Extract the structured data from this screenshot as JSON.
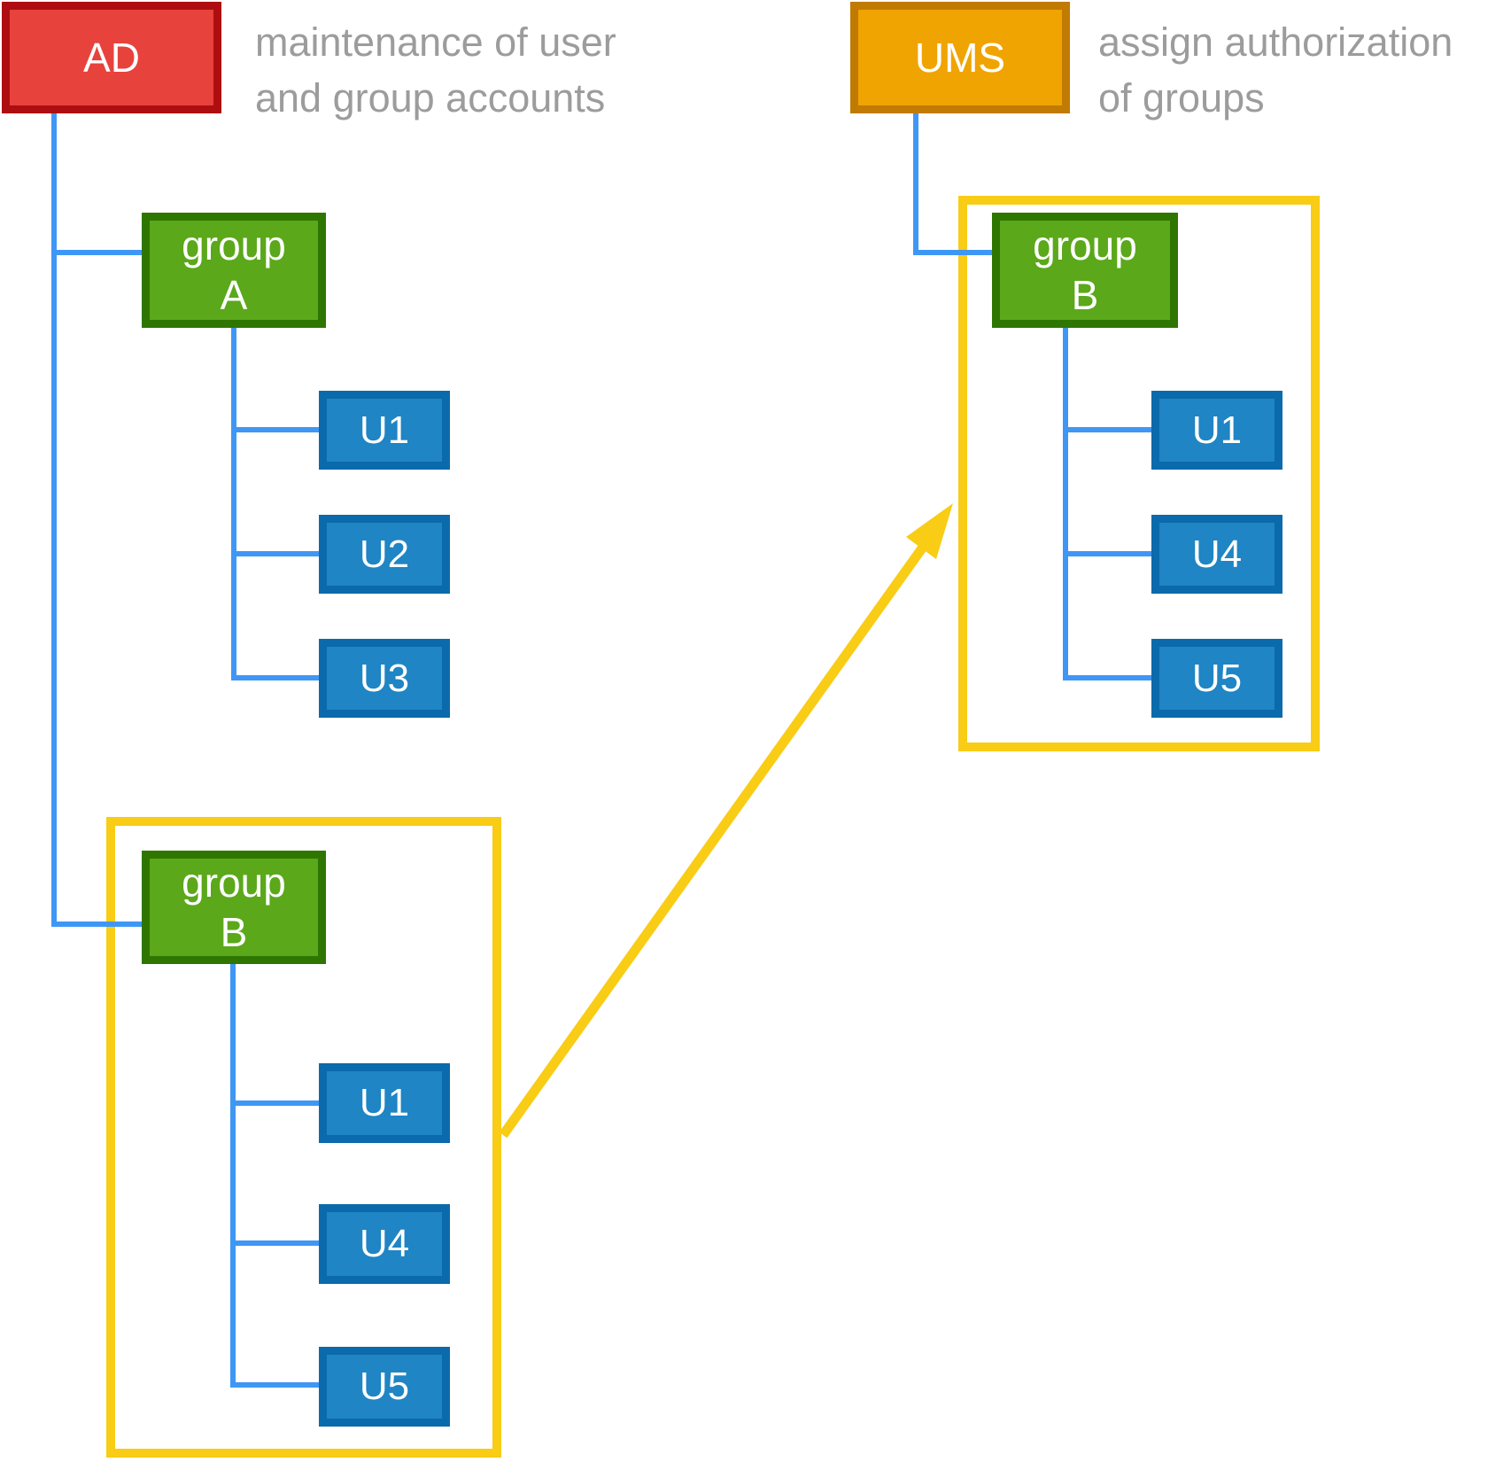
{
  "palette": {
    "ad_fill": "#E8423D",
    "ad_border": "#AE0E10",
    "ums_fill": "#F0A402",
    "ums_border": "#C17A02",
    "group_fill": "#5BA81B",
    "group_border": "#2F7600",
    "user_fill": "#1F85C4",
    "user_border": "#0B6AAB",
    "connector_blue": "#3F97F5",
    "highlight_yellow": "#F9CC15",
    "caption_gray": "#9C9C9C"
  },
  "ad": {
    "label": "AD",
    "caption_line1": "maintenance of user",
    "caption_line2": "and group accounts"
  },
  "ums": {
    "label": "UMS",
    "caption_line1": "assign authorization",
    "caption_line2": "of groups"
  },
  "group_a": {
    "label_line1": "group",
    "label_line2": "A",
    "users": [
      {
        "label": "U1"
      },
      {
        "label": "U2"
      },
      {
        "label": "U3"
      }
    ]
  },
  "group_b_ad": {
    "label_line1": "group",
    "label_line2": "B",
    "users": [
      {
        "label": "U1"
      },
      {
        "label": "U4"
      },
      {
        "label": "U5"
      }
    ]
  },
  "group_b_ums": {
    "label_line1": "group",
    "label_line2": "B",
    "users": [
      {
        "label": "U1"
      },
      {
        "label": "U4"
      },
      {
        "label": "U5"
      }
    ]
  }
}
